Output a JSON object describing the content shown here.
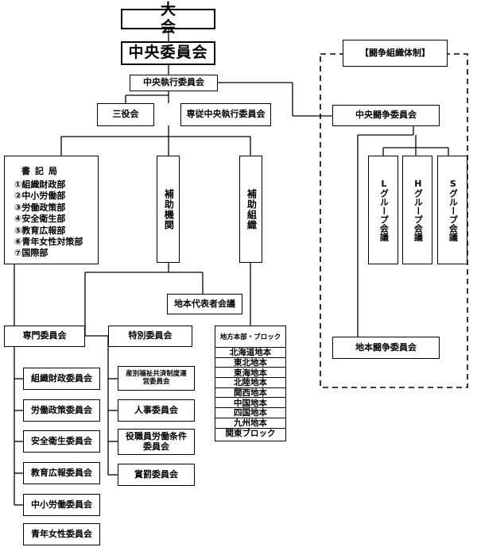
{
  "diagram": {
    "top": {
      "taikai": "大　会",
      "chuo_iinkai": "中央委員会",
      "shikko": "中央執行委員会"
    },
    "sanyakukai": "三役会",
    "senju": "専従中央執行委員会",
    "shokikyoku": {
      "title": "書記局",
      "items": [
        "①組織財政部",
        "②中小労働部",
        "③労働政策部",
        "④安全衛生部",
        "⑤教育広報部",
        "⑥青年女性対策部",
        "⑦国際部"
      ]
    },
    "hojo_kikan": "補助機関",
    "hojo_soshiki": "補助組織",
    "chiho_daihyo": "地本代表者会議",
    "senmon": {
      "label": "専門委員会",
      "items": [
        "組織財政委員会",
        "労働政策委員会",
        "安全衛生委員会",
        "教育広報委員会",
        "中小労働委員会",
        "青年女性委員会"
      ]
    },
    "tokubetsu": {
      "label": "特別委員会",
      "items": [
        "産別福祉共済制度運営委員会",
        "人事委員会",
        "役職員労働条件委員会",
        "賞罰委員会"
      ]
    },
    "chiho_block": {
      "header": "地方本部・ブロック",
      "rows": [
        "北海道地本",
        "東北地本",
        "東海地本",
        "北陸地本",
        "関西地本",
        "中国地本",
        "四国地本",
        "九州地本",
        "関東ブロック"
      ]
    },
    "toso": {
      "legend": "【闘争組織体制】",
      "chuo": "中央闘争委員会",
      "groups": [
        "Lグループ会議",
        "Hグループ会議",
        "Sグループ会議"
      ],
      "chiho": "地本闘争委員会"
    }
  }
}
